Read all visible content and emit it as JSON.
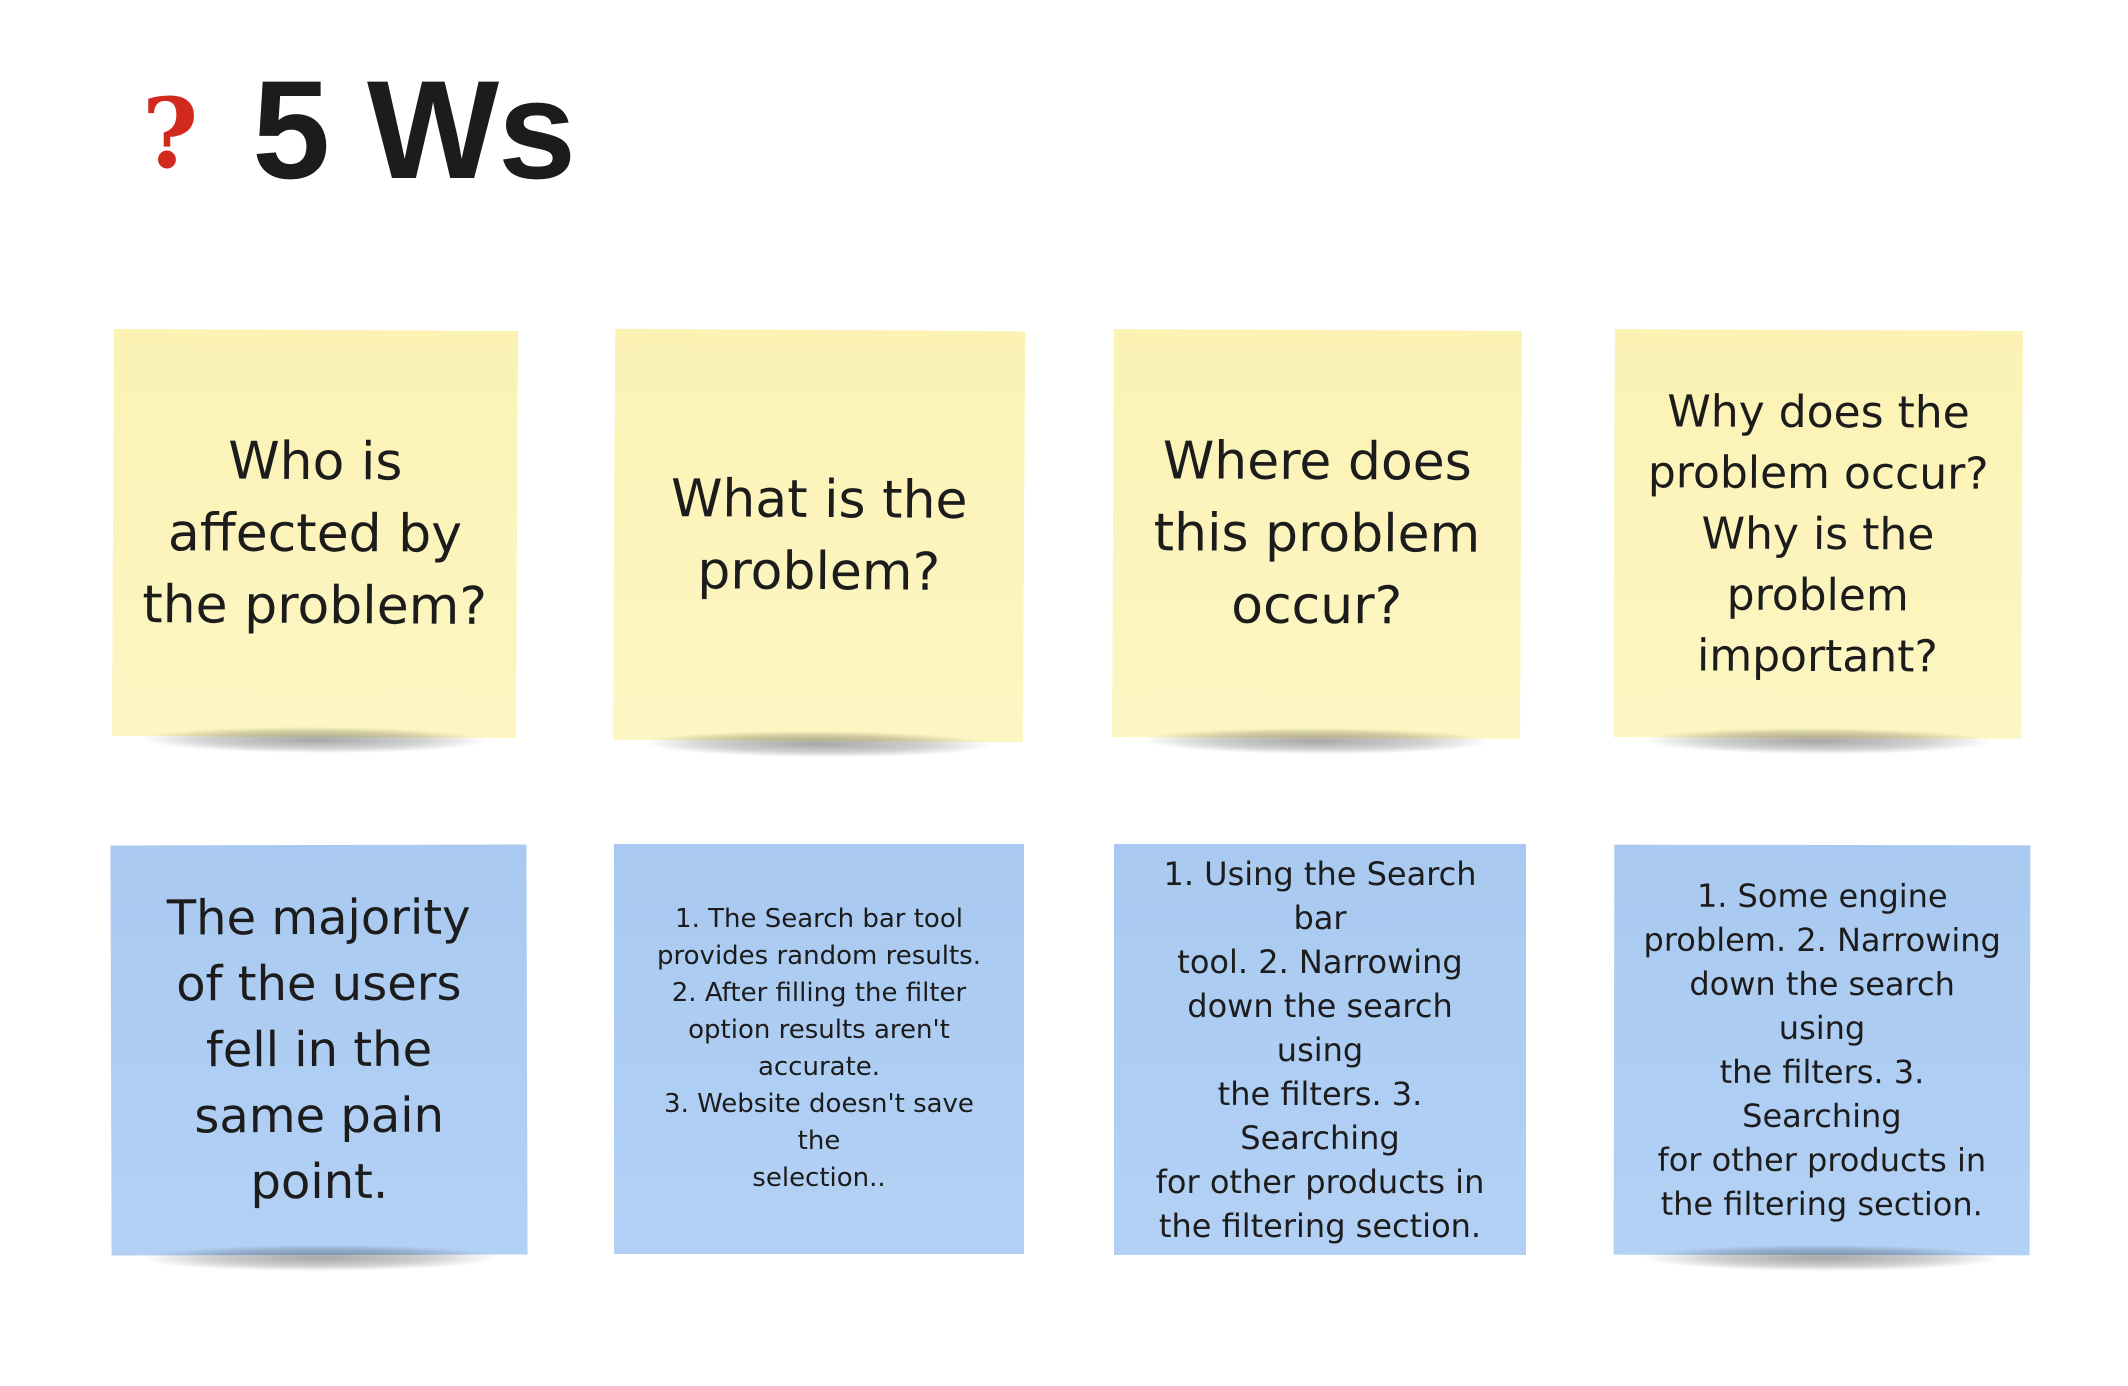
{
  "header": {
    "icon": "question-mark-icon",
    "icon_glyph": "?",
    "title": "5 Ws"
  },
  "colors": {
    "question_note": "#fdf6c3",
    "answer_note": "#b3d1f5",
    "icon": "#d2291f",
    "text": "#1c1c1c"
  },
  "questions": [
    {
      "text": "Who is\naffected by\nthe problem?"
    },
    {
      "text": "What is the\nproblem?"
    },
    {
      "text": "Where does\nthis problem\noccur?"
    },
    {
      "text": "Why does the\nproblem occur?\nWhy is the\nproblem\nimportant?"
    }
  ],
  "answers": [
    {
      "text": "The majority\nof the users\nfell in the\nsame pain\npoint."
    },
    {
      "text": "1. The Search bar tool\nprovides random results.\n2. After filling the filter\noption results aren't\naccurate.\n3. Website doesn't save the\nselection.."
    },
    {
      "text": "1. Using the Search bar\ntool. 2. Narrowing\ndown the search using\nthe filters. 3. Searching\nfor other products in\nthe filtering section."
    },
    {
      "text": "1. Some engine\nproblem. 2. Narrowing\ndown the search using\nthe filters. 3. Searching\nfor other products in\nthe filtering section."
    }
  ]
}
